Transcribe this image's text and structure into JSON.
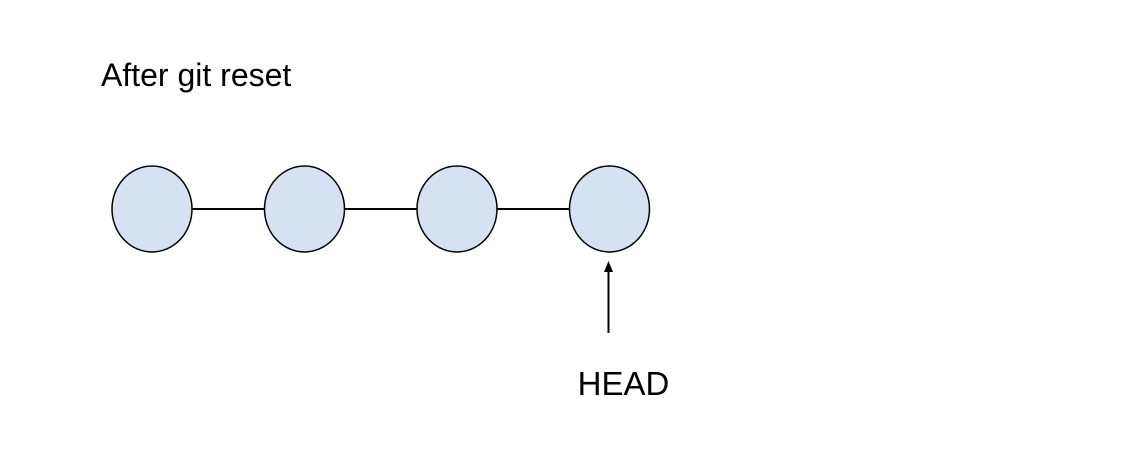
{
  "diagram": {
    "title": "After git reset",
    "commits": [
      {
        "label": ""
      },
      {
        "label": ""
      },
      {
        "label": ""
      },
      {
        "label": ""
      }
    ],
    "pointer": {
      "label": "HEAD",
      "target_commit_index": 3
    }
  },
  "colors": {
    "commit_fill": "#d6e2f1",
    "stroke": "#000000",
    "text": "#000000",
    "background": "#ffffff"
  }
}
